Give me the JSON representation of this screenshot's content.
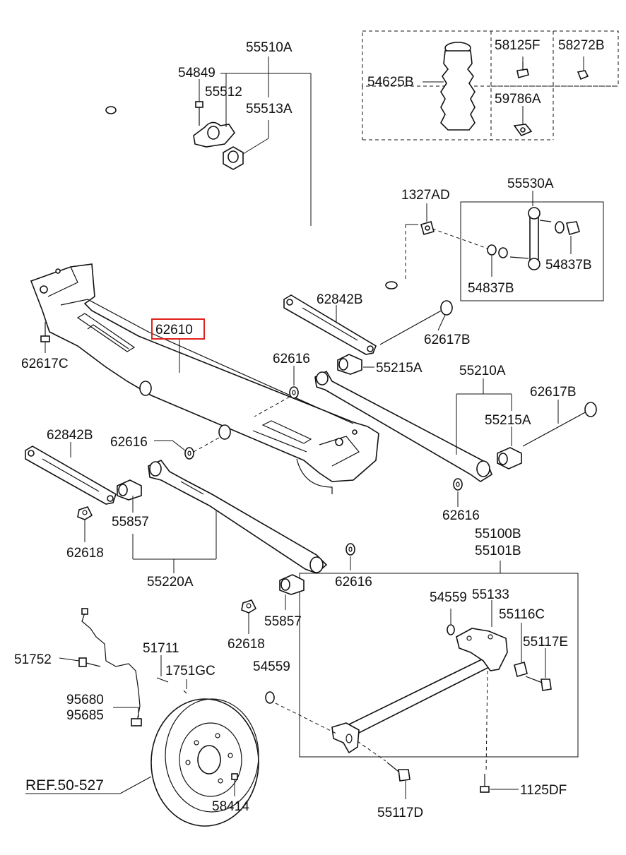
{
  "diagram": {
    "highlighted_part": "62610",
    "highlight_color": "#e0201b",
    "line_color": "#111111",
    "labels": {
      "p55510A": "55510A",
      "p54849": "54849",
      "p55512": "55512",
      "p55513A": "55513A",
      "p54625B": "54625B",
      "p58125F": "58125F",
      "p58272B": "58272B",
      "p59786A": "59786A",
      "p1327AD": "1327AD",
      "p55530A": "55530A",
      "p54837B_right": "54837B",
      "p54837B_left": "54837B",
      "p62842B_upper": "62842B",
      "p62617B_upper": "62617B",
      "p62610": "62610",
      "p62617C": "62617C",
      "p62616_a": "62616",
      "p55215A_upper": "55215A",
      "p55210A": "55210A",
      "p62617B_lower": "62617B",
      "p55215A_lower": "55215A",
      "p62842B_lower": "62842B",
      "p62616_b": "62616",
      "p62616_c": "62616",
      "p55857_left": "55857",
      "p62618_left": "62618",
      "p55220A": "55220A",
      "p62616_d": "62616",
      "p55857_right": "55857",
      "p55100B": "55100B",
      "p55101B": "55101B",
      "p54559_upper": "54559",
      "p55133": "55133",
      "p55116C": "55116C",
      "p55117E": "55117E",
      "p62618_mid": "62618",
      "p51752": "51752",
      "p51711": "51711",
      "p1751GC": "1751GC",
      "p54559_lower": "54559",
      "p95680": "95680",
      "p95685": "95685",
      "ref": "REF.50-527",
      "p58414": "58414",
      "p55117D": "55117D",
      "p1125DF": "1125DF"
    }
  }
}
